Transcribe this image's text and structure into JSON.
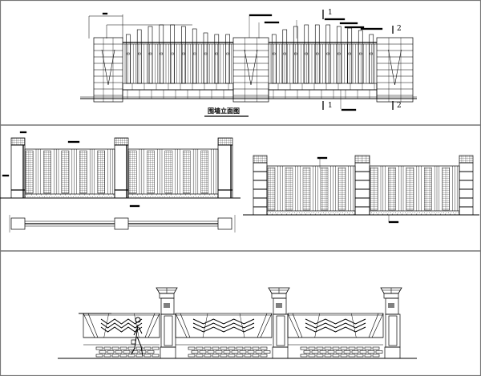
{
  "drawing": {
    "title": "围墙立面图",
    "section_marks": [
      {
        "label": "1"
      },
      {
        "label": "1"
      },
      {
        "label": "2"
      },
      {
        "label": "2"
      }
    ],
    "line_color": "#000000",
    "frame_color": "#777777"
  }
}
